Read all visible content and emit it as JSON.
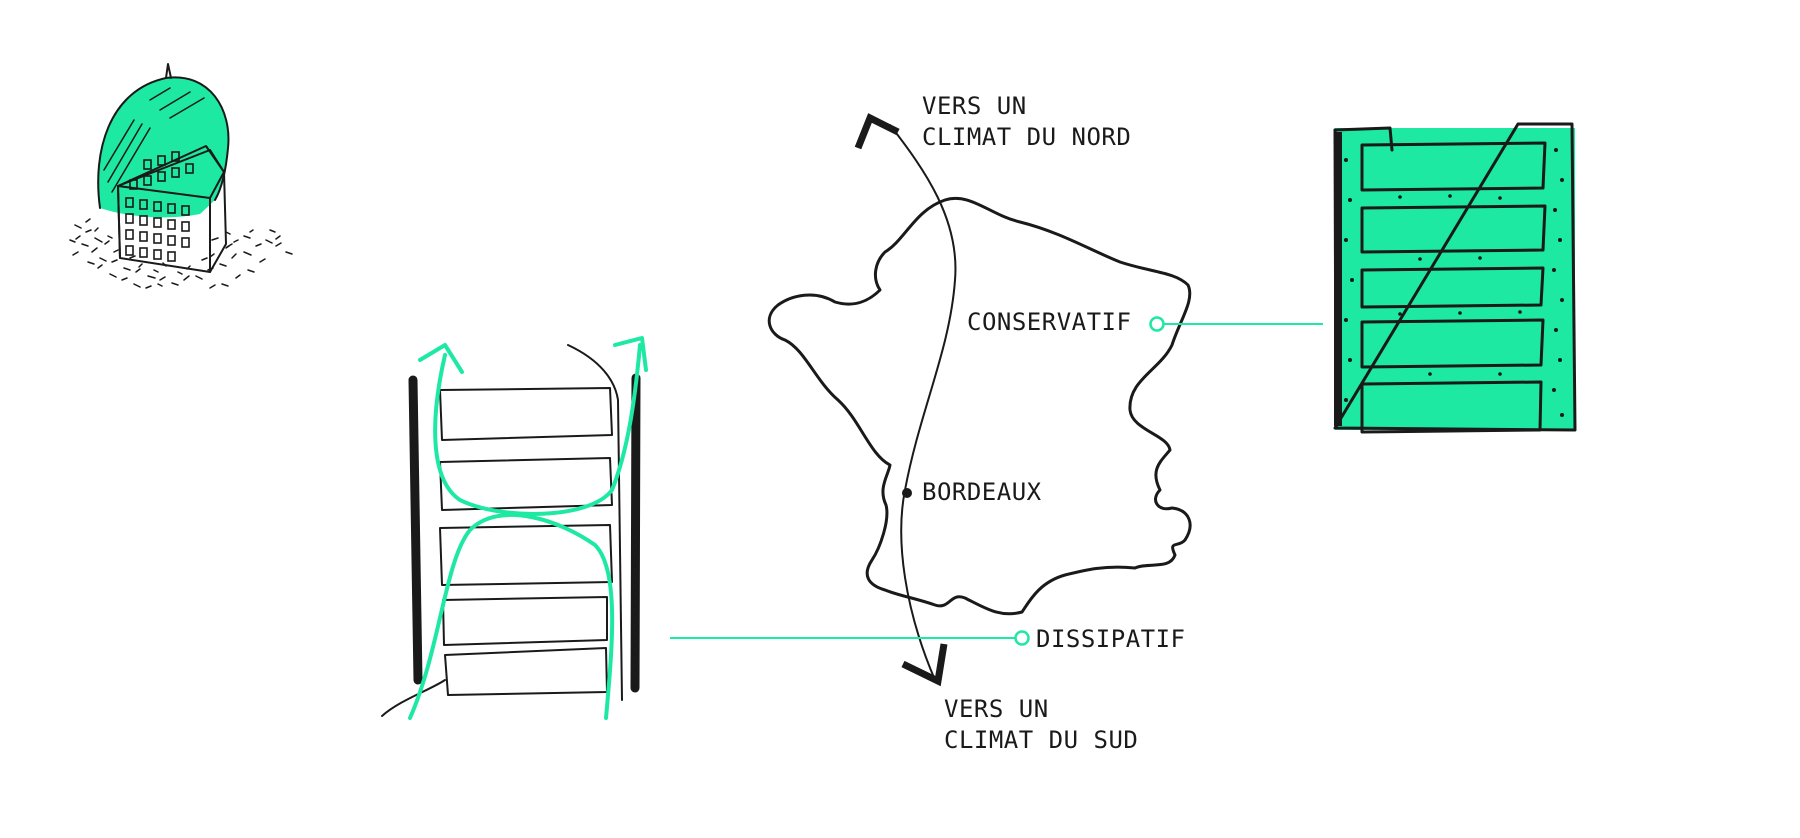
{
  "colors": {
    "accent": "#1de9a3",
    "ink": "#1a1a1a",
    "background": "#ffffff"
  },
  "labels": {
    "north_line1": "VERS UN",
    "north_line2": "CLIMAT DU NORD",
    "south_line1": "VERS UN",
    "south_line2": "CLIMAT DU SUD",
    "conservatif": "CONSERVATIF",
    "dissipatif": "DISSIPATIF",
    "bordeaux": "BORDEAUX"
  }
}
